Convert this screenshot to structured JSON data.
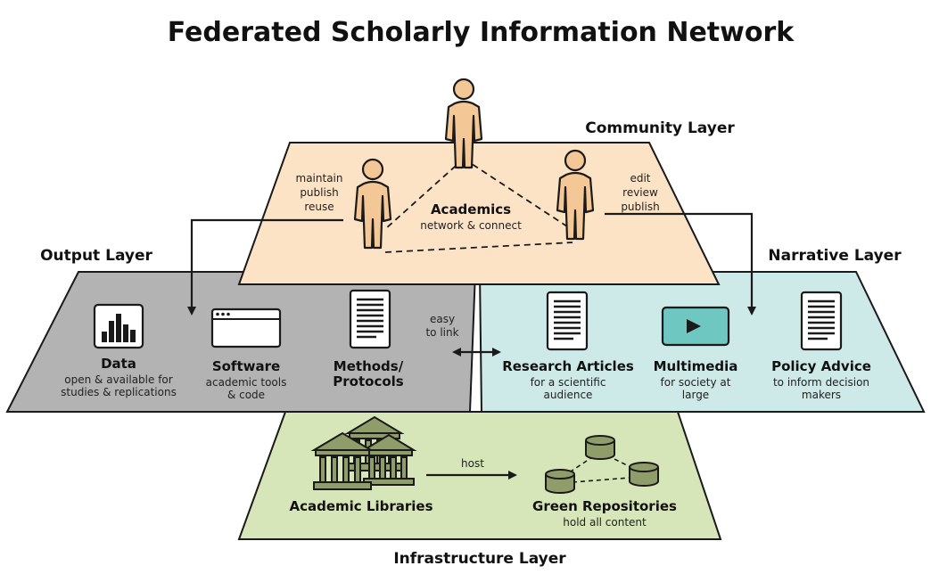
{
  "title": "Federated Scholarly Information Network",
  "layers": {
    "community": "Community Layer",
    "output": "Output Layer",
    "narrative": "Narrative Layer",
    "infrastructure": "Infrastructure Layer"
  },
  "community": {
    "academics": "Academics",
    "academics_sub": "network & connect",
    "left_actions": [
      "maintain",
      "publish",
      "reuse"
    ],
    "right_actions": [
      "edit",
      "review",
      "publish"
    ]
  },
  "output": {
    "data": {
      "title": "Data",
      "sub": [
        "open & available for",
        "studies & replications"
      ]
    },
    "software": {
      "title": "Software",
      "sub": [
        "academic tools",
        "& code"
      ]
    },
    "methods": {
      "title": [
        "Methods/",
        "Protocols"
      ]
    }
  },
  "link_label": [
    "easy",
    "to link"
  ],
  "narrative": {
    "articles": {
      "title": "Research Articles",
      "sub": [
        "for a scientific",
        "audience"
      ]
    },
    "multimedia": {
      "title": "Multimedia",
      "sub": [
        "for society at",
        "large"
      ]
    },
    "policy": {
      "title": "Policy Advice",
      "sub": [
        "to inform decision",
        "makers"
      ]
    }
  },
  "infrastructure": {
    "libraries": "Academic Libraries",
    "host": "host",
    "repositories": "Green Repositories",
    "repositories_sub": "hold all content"
  },
  "colors": {
    "community": "#fde3c6",
    "output": "#b3b3b3",
    "narrative": "#cde9e8",
    "infrastructure": "#d7e6b8",
    "person": "#f4c896",
    "library": "#8f9d6b",
    "media": "#6fc7c2"
  }
}
